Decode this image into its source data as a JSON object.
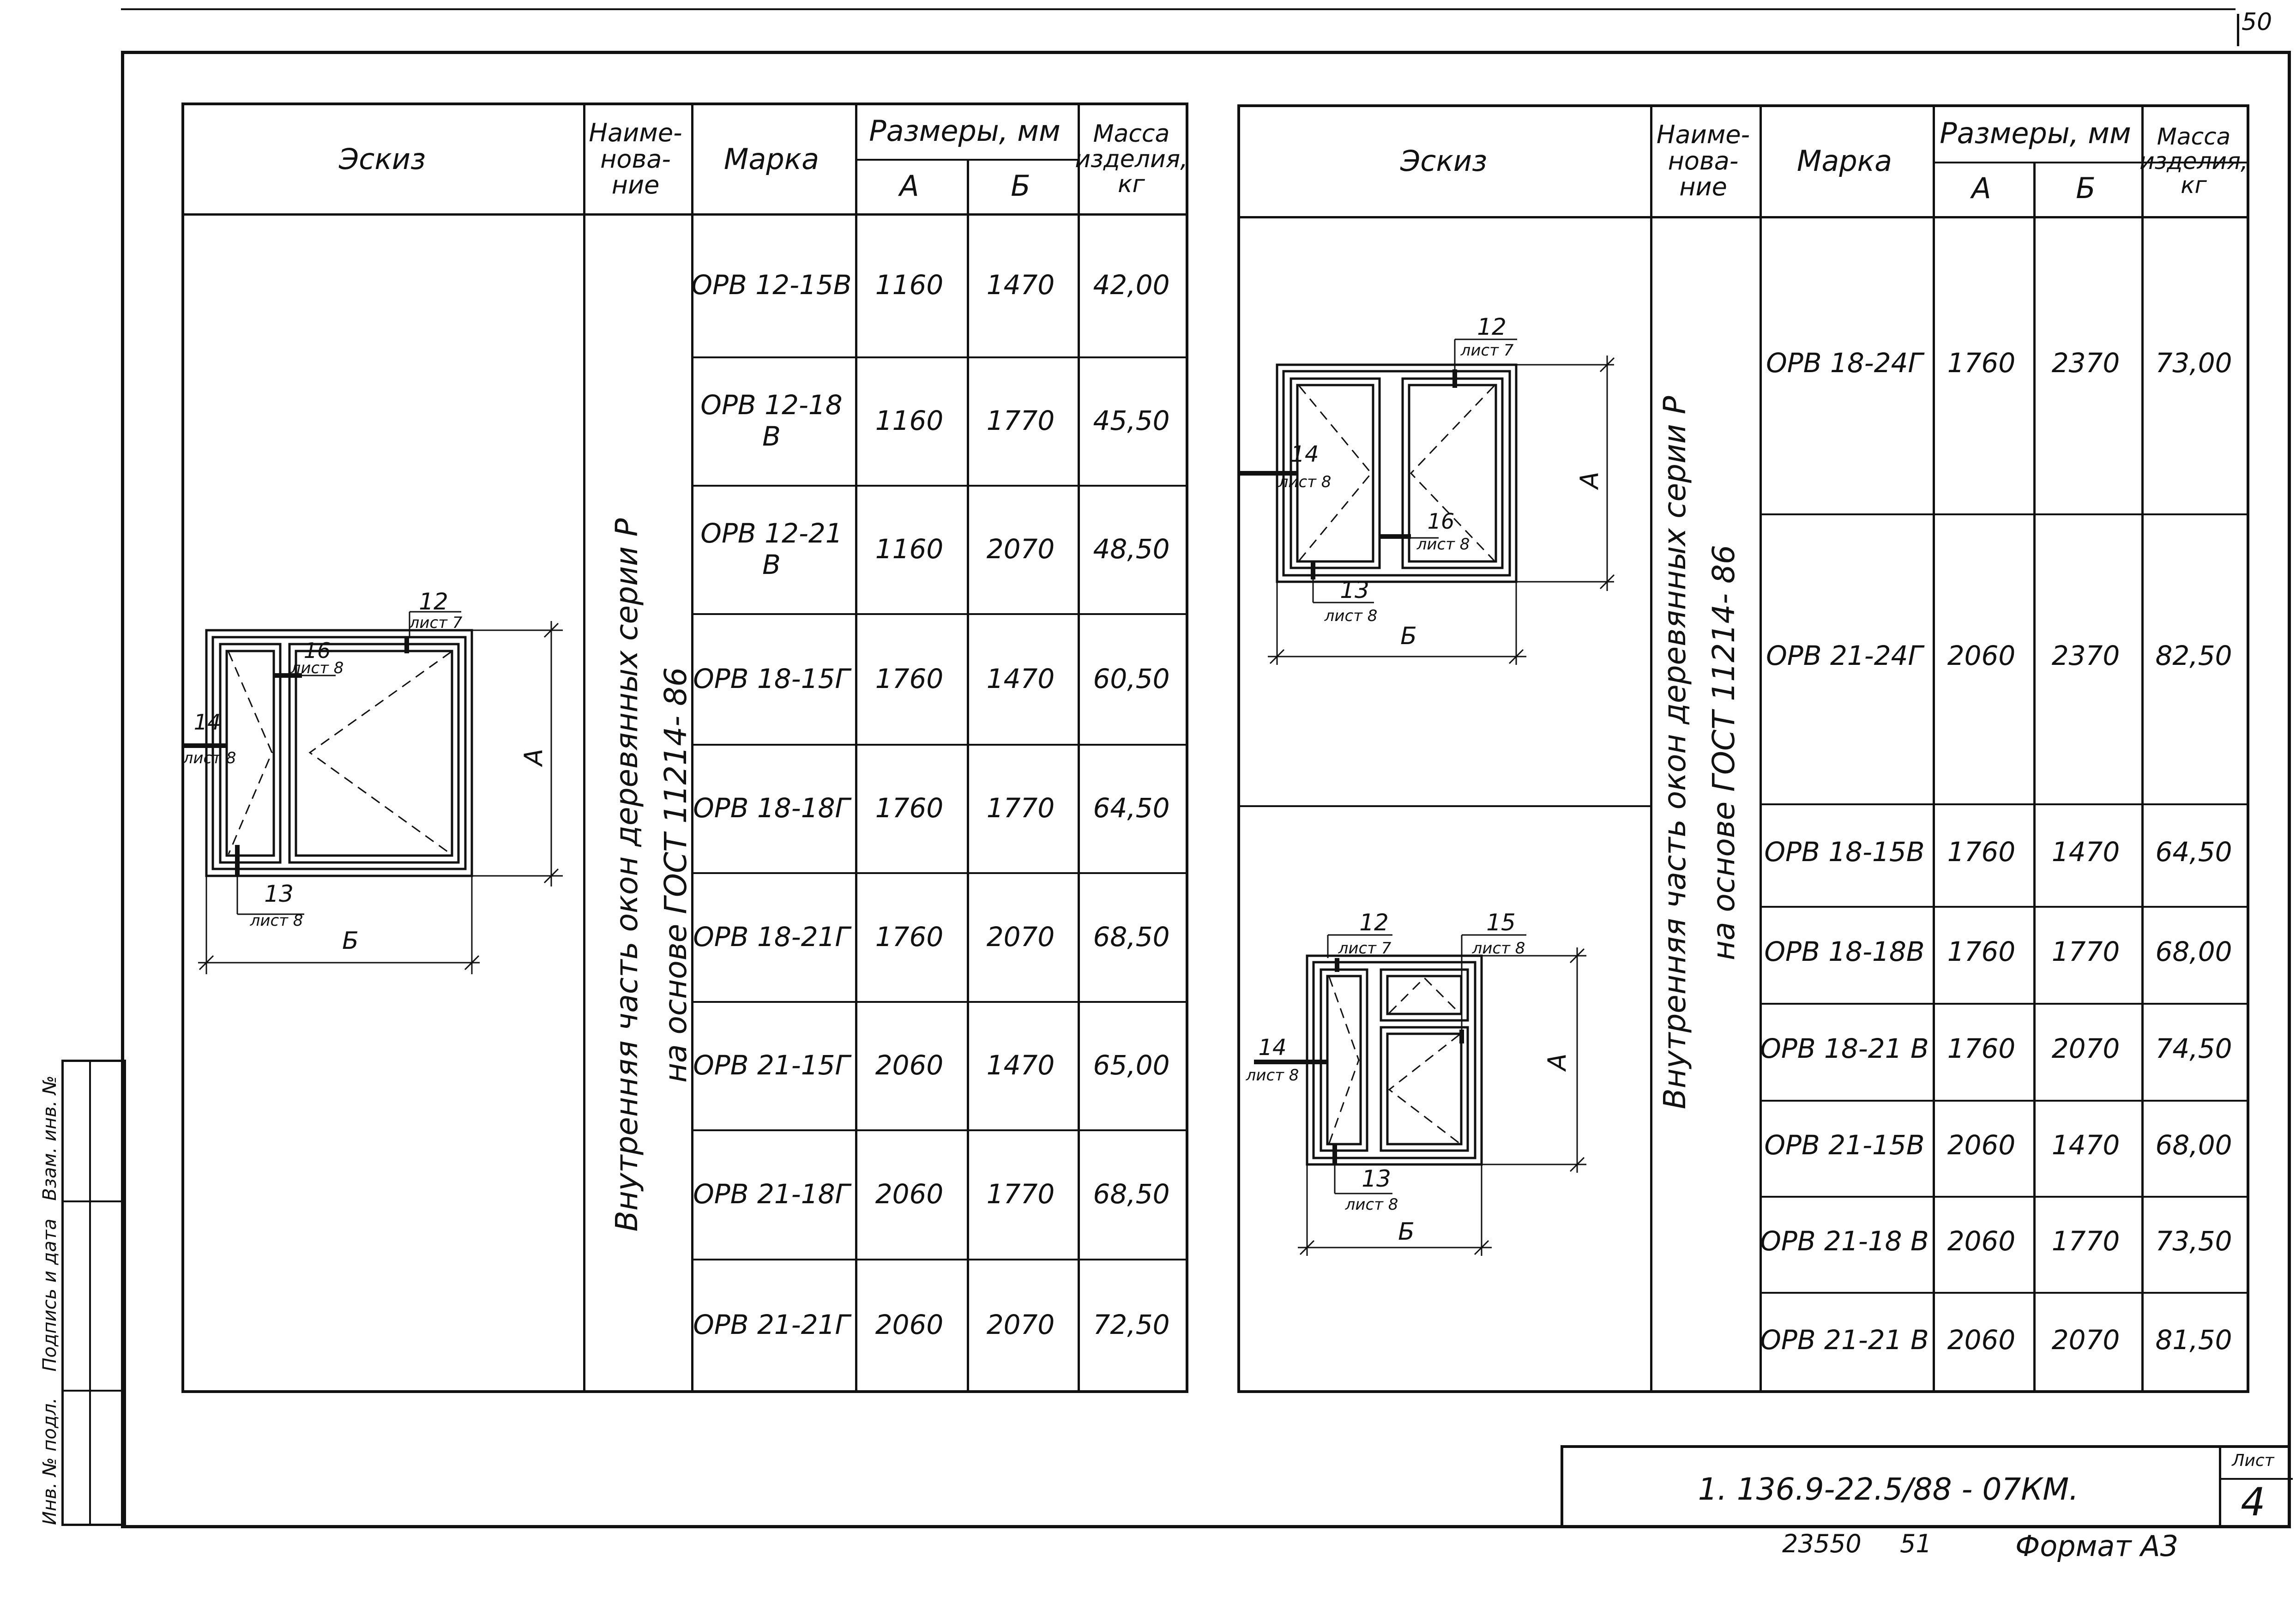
{
  "page_number_corner": "50",
  "left_table": {
    "headers": {
      "sketch": "Эскиз",
      "name": "Наиме-\nнова-\nние",
      "mark": "Марка",
      "dims": "Размеры, мм",
      "dim_a": "А",
      "dim_b": "Б",
      "mass": "Масса\nизделия,\nкг"
    },
    "name_text": "Внутренняя часть окон деревянных серии Р\nна основе ГОСТ 11214- 86",
    "rows": [
      {
        "mark": "ОРВ 12-15В",
        "a": "1160",
        "b": "1470",
        "mass": "42,00"
      },
      {
        "mark": "ОРВ 12-18 В",
        "a": "1160",
        "b": "1770",
        "mass": "45,50"
      },
      {
        "mark": "ОРВ 12-21 В",
        "a": "1160",
        "b": "2070",
        "mass": "48,50"
      },
      {
        "mark": "ОРВ 18-15Г",
        "a": "1760",
        "b": "1470",
        "mass": "60,50"
      },
      {
        "mark": "ОРВ 18-18Г",
        "a": "1760",
        "b": "1770",
        "mass": "64,50"
      },
      {
        "mark": "ОРВ 18-21Г",
        "a": "1760",
        "b": "2070",
        "mass": "68,50"
      },
      {
        "mark": "ОРВ 21-15Г",
        "a": "2060",
        "b": "1470",
        "mass": "65,00"
      },
      {
        "mark": "ОРВ 21-18Г",
        "a": "2060",
        "b": "1770",
        "mass": "68,50"
      },
      {
        "mark": "ОРВ 21-21Г",
        "a": "2060",
        "b": "2070",
        "mass": "72,50"
      }
    ],
    "sketch_labels": {
      "n12": "12",
      "n16": "16",
      "n14": "14",
      "n13": "13",
      "sheet7": "лист 7",
      "sheet8": "лист 8",
      "dim_a": "А",
      "dim_b": "Б"
    }
  },
  "right_table": {
    "headers": {
      "sketch": "Эскиз",
      "name": "Наиме-\nнова-\nние",
      "mark": "Марка",
      "dims": "Размеры, мм",
      "dim_a": "А",
      "dim_b": "Б",
      "mass": "Масса\nизделия,\nкг"
    },
    "name_text": "Внутренняя часть окон деревянных серии Р\nна основе ГОСТ 11214- 86",
    "rows": [
      {
        "mark": "ОРВ 18-24Г",
        "a": "1760",
        "b": "2370",
        "mass": "73,00"
      },
      {
        "mark": "ОРВ 21-24Г",
        "a": "2060",
        "b": "2370",
        "mass": "82,50"
      },
      {
        "mark": "ОРВ 18-15В",
        "a": "1760",
        "b": "1470",
        "mass": "64,50"
      },
      {
        "mark": "ОРВ 18-18В",
        "a": "1760",
        "b": "1770",
        "mass": "68,00"
      },
      {
        "mark": "ОРВ 18-21 В",
        "a": "1760",
        "b": "2070",
        "mass": "74,50"
      },
      {
        "mark": "ОРВ 21-15В",
        "a": "2060",
        "b": "1470",
        "mass": "68,00"
      },
      {
        "mark": "ОРВ 21-18 В",
        "a": "2060",
        "b": "1770",
        "mass": "73,50"
      },
      {
        "mark": "ОРВ 21-21 В",
        "a": "2060",
        "b": "2070",
        "mass": "81,50"
      }
    ],
    "sketch1_labels": {
      "n12": "12",
      "n14": "14",
      "n16": "16",
      "n13": "13",
      "sheet7": "лист 7",
      "sheet8": "лист 8",
      "dim_a": "А",
      "dim_b": "Б"
    },
    "sketch2_labels": {
      "n12": "12",
      "n15": "15",
      "n14": "14",
      "n13": "13",
      "sheet7": "лист 7",
      "sheet8": "лист 8",
      "dim_a": "А",
      "dim_b": "Б"
    }
  },
  "stamp": {
    "inv_orig": "Инв. № подл.",
    "sign_date": "Подпись и дата",
    "replace_inv": "Взам. инв. №"
  },
  "title_block": {
    "code": "1. 136.9-22.5/88 - 07КМ.",
    "sheet_label": "Лист",
    "sheet_number": "4"
  },
  "footer": {
    "number": "23550",
    "sub": "51",
    "format": "Формат А3"
  }
}
